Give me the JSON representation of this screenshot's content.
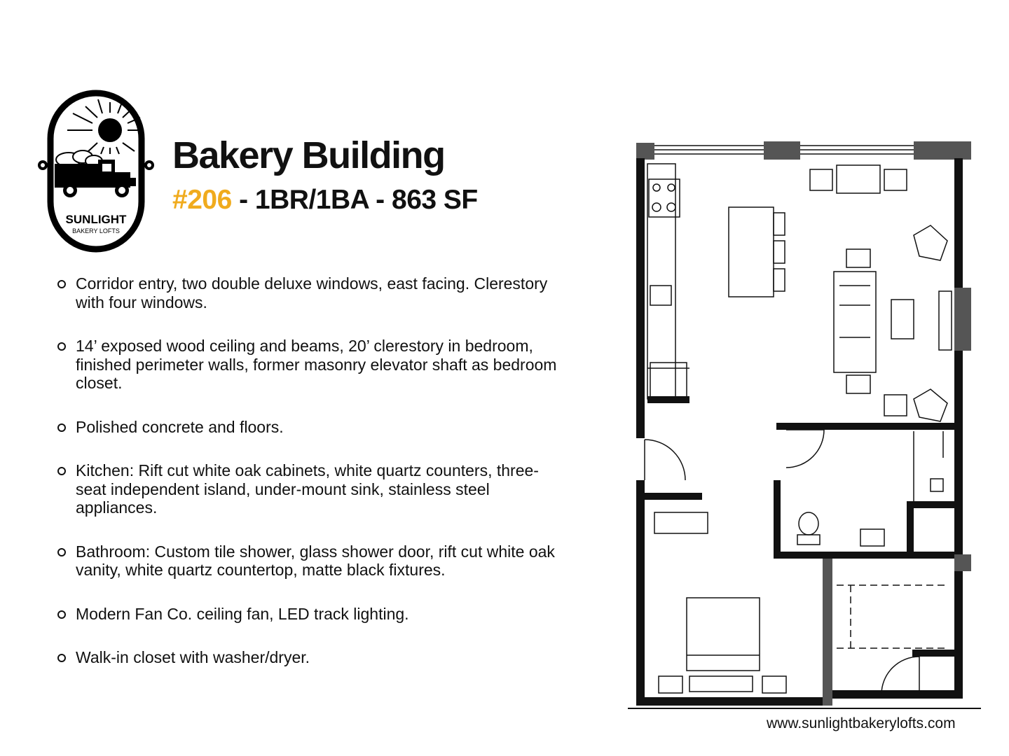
{
  "logo": {
    "brand": "SUNLIGHT",
    "sub": "BAKERY LOFTS",
    "icon": "sun-over-bread-truck-logo"
  },
  "header": {
    "title": "Bakery Building",
    "unit_number": "#206",
    "unit_details": " - 1BR/1BA - 863 SF"
  },
  "features": [
    "Corridor entry, two double deluxe windows, east facing. Clerestory with four windows.",
    "14’ exposed wood ceiling and beams, 20’ clerestory in bedroom, finished perimeter walls, former masonry elevator shaft as bedroom closet.",
    "Polished concrete and floors.",
    "Kitchen:  Rift cut white oak cabinets, white quartz counters, three-seat independent island, under-mount sink, stainless steel appliances.",
    "Bathroom:  Custom tile shower, glass shower door, rift cut white oak vanity, white quartz countertop, matte black fixtures.",
    "Modern Fan Co. ceiling fan, LED track lighting.",
    "Walk-in closet with washer/dryer."
  ],
  "footer": {
    "website": "www.sunlightbakerylofts.com"
  },
  "colors": {
    "accent": "#f0ab1d",
    "text": "#111111",
    "wall": "#111111",
    "column": "#555555"
  }
}
